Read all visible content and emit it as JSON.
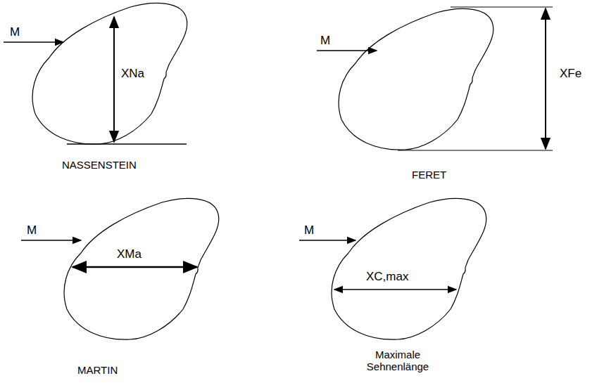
{
  "diagram": {
    "labels": [
      "M",
      "XNa",
      "NASSENSTEIN",
      "M",
      "XFe",
      "FERET",
      "M",
      "XMa",
      "MARTIN",
      "M",
      "XC,max",
      "Maximale Sehnenlänge"
    ]
  }
}
